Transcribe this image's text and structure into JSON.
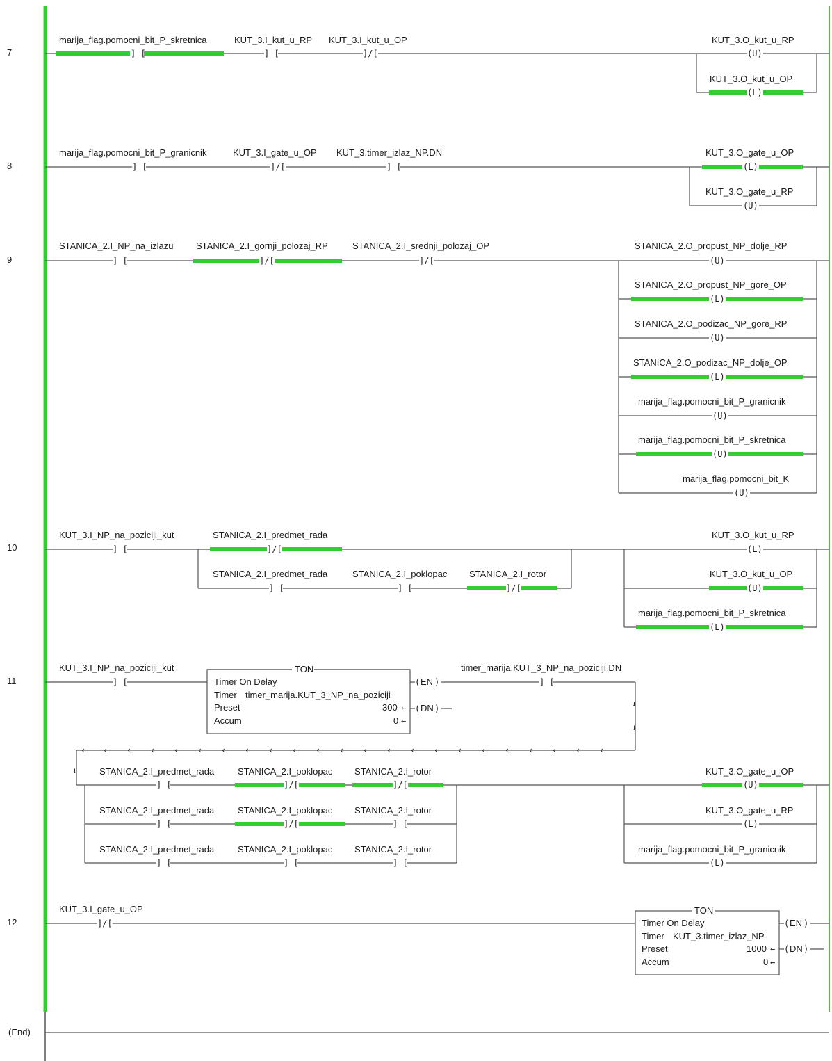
{
  "colors": {
    "energized": "#33cc33",
    "wire": "#555555",
    "text": "#1a1a1a"
  },
  "end_label": "(End)",
  "rungs": [
    {
      "number": "7"
    },
    {
      "number": "8"
    },
    {
      "number": "9"
    },
    {
      "number": "10"
    },
    {
      "number": "11"
    },
    {
      "number": "12"
    }
  ],
  "tags": {
    "r7_c1": "marija_flag.pomocni_bit_P_skretnica",
    "r7_c2": "KUT_3.I_kut_u_RP",
    "r7_c3": "KUT_3.I_kut_u_OP",
    "r7_o1": "KUT_3.O_kut_u_RP",
    "r7_o2": "KUT_3.O_kut_u_OP",
    "r8_c1": "marija_flag.pomocni_bit_P_granicnik",
    "r8_c2": "KUT_3.I_gate_u_OP",
    "r8_c3": "KUT_3.timer_izlaz_NP.DN",
    "r8_o1": "KUT_3.O_gate_u_OP",
    "r8_o2": "KUT_3.O_gate_u_RP",
    "r9_c1": "STANICA_2.I_NP_na_izlazu",
    "r9_c2": "STANICA_2.I_gornji_polozaj_RP",
    "r9_c3": "STANICA_2.I_srednji_polozaj_OP",
    "r9_o1": "STANICA_2.O_propust_NP_dolje_RP",
    "r9_o2": "STANICA_2.O_propust_NP_gore_OP",
    "r9_o3": "STANICA_2.O_podizac_NP_gore_RP",
    "r9_o4": "STANICA_2.O_podizac_NP_dolje_OP",
    "r9_o5": "marija_flag.pomocni_bit_P_granicnik",
    "r9_o6": "marija_flag.pomocni_bit_P_skretnica",
    "r9_o7": "marija_flag.pomocni_bit_K",
    "r10_c1": "KUT_3.I_NP_na_poziciji_kut",
    "r10_c2": "STANICA_2.I_predmet_rada",
    "r10_c3": "STANICA_2.I_predmet_rada",
    "r10_c4": "STANICA_2.I_poklopac",
    "r10_c5": "STANICA_2.I_rotor",
    "r10_o1": "KUT_3.O_kut_u_RP",
    "r10_o2": "KUT_3.O_kut_u_OP",
    "r10_o3": "marija_flag.pomocni_bit_P_skretnica",
    "r11_c1": "KUT_3.I_NP_na_poziciji_kut",
    "r11_c2": "timer_marija.KUT_3_NP_na_poziciji.DN",
    "r11_b1a": "STANICA_2.I_predmet_rada",
    "r11_b1b": "STANICA_2.I_poklopac",
    "r11_b1c": "STANICA_2.I_rotor",
    "r11_b2a": "STANICA_2.I_predmet_rada",
    "r11_b2b": "STANICA_2.I_poklopac",
    "r11_b2c": "STANICA_2.I_rotor",
    "r11_b3a": "STANICA_2.I_predmet_rada",
    "r11_b3b": "STANICA_2.I_poklopac",
    "r11_b3c": "STANICA_2.I_rotor",
    "r11_o1": "KUT_3.O_gate_u_OP",
    "r11_o2": "KUT_3.O_gate_u_RP",
    "r11_o3": "marija_flag.pomocni_bit_P_granicnik",
    "r12_c1": "KUT_3.I_gate_u_OP"
  },
  "timers": {
    "t11": {
      "type": "TON",
      "title": "Timer On Delay",
      "timer_label": "Timer",
      "timer_tag": "timer_marija.KUT_3_NP_na_poziciji",
      "preset_label": "Preset",
      "preset": "300",
      "accum_label": "Accum",
      "accum": "0",
      "en": "EN",
      "dn": "DN"
    },
    "t12": {
      "type": "TON",
      "title": "Timer On Delay",
      "timer_label": "Timer",
      "timer_tag": "KUT_3.timer_izlaz_NP",
      "preset_label": "Preset",
      "preset": "1000",
      "accum_label": "Accum",
      "accum": "0",
      "en": "EN",
      "dn": "DN"
    }
  }
}
